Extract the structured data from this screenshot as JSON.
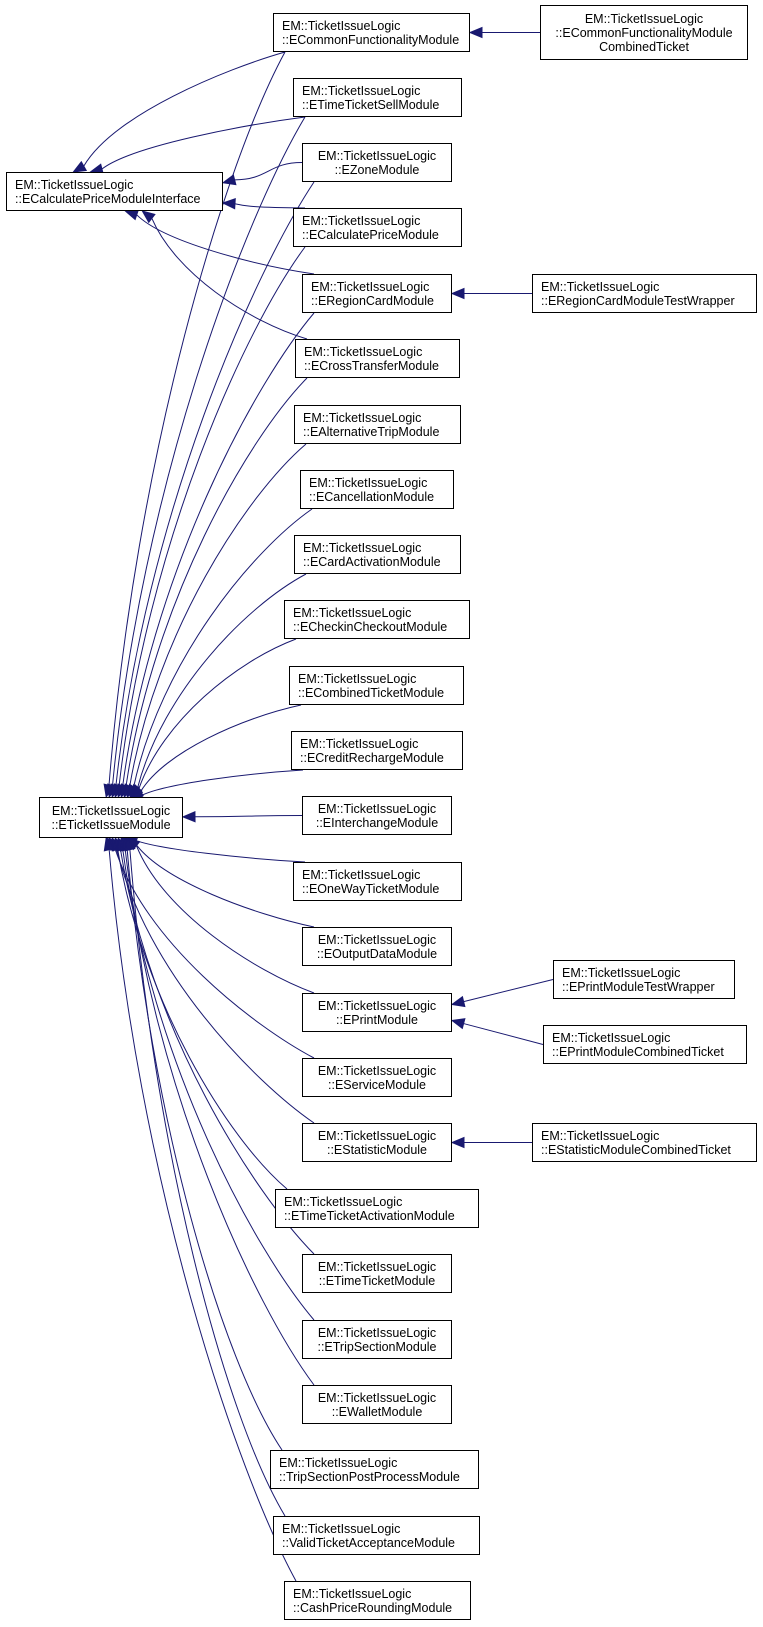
{
  "diagram": {
    "type": "class-inheritance-graph",
    "edge_color": "#191970",
    "nodes": [
      {
        "id": "iface",
        "lines": [
          "EM::TicketIssueLogic",
          "::ECalculatePriceModuleInterface"
        ]
      },
      {
        "id": "tim",
        "lines": [
          "EM::TicketIssueLogic",
          "::ETicketIssueModule"
        ]
      },
      {
        "id": "common",
        "lines": [
          "EM::TicketIssueLogic",
          "::ECommonFunctionalityModule"
        ]
      },
      {
        "id": "timesell",
        "lines": [
          "EM::TicketIssueLogic",
          "::ETimeTicketSellModule"
        ]
      },
      {
        "id": "zone",
        "lines": [
          "EM::TicketIssueLogic",
          "::EZoneModule"
        ]
      },
      {
        "id": "calcprice",
        "lines": [
          "EM::TicketIssueLogic",
          "::ECalculatePriceModule"
        ]
      },
      {
        "id": "region",
        "lines": [
          "EM::TicketIssueLogic",
          "::ERegionCardModule"
        ]
      },
      {
        "id": "cross",
        "lines": [
          "EM::TicketIssueLogic",
          "::ECrossTransferModule"
        ]
      },
      {
        "id": "alttrip",
        "lines": [
          "EM::TicketIssueLogic",
          "::EAlternativeTripModule"
        ]
      },
      {
        "id": "cancel",
        "lines": [
          "EM::TicketIssueLogic",
          "::ECancellationModule"
        ]
      },
      {
        "id": "cardact",
        "lines": [
          "EM::TicketIssueLogic",
          "::ECardActivationModule"
        ]
      },
      {
        "id": "checkin",
        "lines": [
          "EM::TicketIssueLogic",
          "::ECheckinCheckoutModule"
        ]
      },
      {
        "id": "combined",
        "lines": [
          "EM::TicketIssueLogic",
          "::ECombinedTicketModule"
        ]
      },
      {
        "id": "credit",
        "lines": [
          "EM::TicketIssueLogic",
          "::ECreditRechargeModule"
        ]
      },
      {
        "id": "interchange",
        "lines": [
          "EM::TicketIssueLogic",
          "::EInterchangeModule"
        ]
      },
      {
        "id": "oneway",
        "lines": [
          "EM::TicketIssueLogic",
          "::EOneWayTicketModule"
        ]
      },
      {
        "id": "output",
        "lines": [
          "EM::TicketIssueLogic",
          "::EOutputDataModule"
        ]
      },
      {
        "id": "print",
        "lines": [
          "EM::TicketIssueLogic",
          "::EPrintModule"
        ]
      },
      {
        "id": "service",
        "lines": [
          "EM::TicketIssueLogic",
          "::EServiceModule"
        ]
      },
      {
        "id": "statistic",
        "lines": [
          "EM::TicketIssueLogic",
          "::EStatisticModule"
        ]
      },
      {
        "id": "timeact",
        "lines": [
          "EM::TicketIssueLogic",
          "::ETimeTicketActivationModule"
        ]
      },
      {
        "id": "timeticket",
        "lines": [
          "EM::TicketIssueLogic",
          "::ETimeTicketModule"
        ]
      },
      {
        "id": "tripsection",
        "lines": [
          "EM::TicketIssueLogic",
          "::ETripSectionModule"
        ]
      },
      {
        "id": "wallet",
        "lines": [
          "EM::TicketIssueLogic",
          "::EWalletModule"
        ]
      },
      {
        "id": "postproc",
        "lines": [
          "EM::TicketIssueLogic",
          "::TripSectionPostProcessModule"
        ]
      },
      {
        "id": "validacc",
        "lines": [
          "EM::TicketIssueLogic",
          "::ValidTicketAcceptanceModule"
        ]
      },
      {
        "id": "cashround",
        "lines": [
          "EM::TicketIssueLogic",
          "::CashPriceRoundingModule"
        ]
      },
      {
        "id": "commoncomb",
        "lines": [
          "EM::TicketIssueLogic",
          "::ECommonFunctionalityModule",
          "CombinedTicket"
        ]
      },
      {
        "id": "regionwrap",
        "lines": [
          "EM::TicketIssueLogic",
          "::ERegionCardModuleTestWrapper"
        ]
      },
      {
        "id": "printwrap",
        "lines": [
          "EM::TicketIssueLogic",
          "::EPrintModuleTestWrapper"
        ]
      },
      {
        "id": "printcomb",
        "lines": [
          "EM::TicketIssueLogic",
          "::EPrintModuleCombinedTicket"
        ]
      },
      {
        "id": "statcomb",
        "lines": [
          "EM::TicketIssueLogic",
          "::EStatisticModuleCombinedTicket"
        ]
      }
    ],
    "edges": [
      {
        "from": "common",
        "to": "iface"
      },
      {
        "from": "timesell",
        "to": "iface"
      },
      {
        "from": "zone",
        "to": "iface"
      },
      {
        "from": "calcprice",
        "to": "iface"
      },
      {
        "from": "region",
        "to": "iface"
      },
      {
        "from": "cross",
        "to": "iface"
      },
      {
        "from": "common",
        "to": "tim"
      },
      {
        "from": "timesell",
        "to": "tim"
      },
      {
        "from": "zone",
        "to": "tim"
      },
      {
        "from": "calcprice",
        "to": "tim"
      },
      {
        "from": "region",
        "to": "tim"
      },
      {
        "from": "cross",
        "to": "tim"
      },
      {
        "from": "alttrip",
        "to": "tim"
      },
      {
        "from": "cancel",
        "to": "tim"
      },
      {
        "from": "cardact",
        "to": "tim"
      },
      {
        "from": "checkin",
        "to": "tim"
      },
      {
        "from": "combined",
        "to": "tim"
      },
      {
        "from": "credit",
        "to": "tim"
      },
      {
        "from": "interchange",
        "to": "tim"
      },
      {
        "from": "oneway",
        "to": "tim"
      },
      {
        "from": "output",
        "to": "tim"
      },
      {
        "from": "print",
        "to": "tim"
      },
      {
        "from": "service",
        "to": "tim"
      },
      {
        "from": "statistic",
        "to": "tim"
      },
      {
        "from": "timeact",
        "to": "tim"
      },
      {
        "from": "timeticket",
        "to": "tim"
      },
      {
        "from": "tripsection",
        "to": "tim"
      },
      {
        "from": "wallet",
        "to": "tim"
      },
      {
        "from": "postproc",
        "to": "tim"
      },
      {
        "from": "validacc",
        "to": "tim"
      },
      {
        "from": "cashround",
        "to": "tim"
      },
      {
        "from": "commoncomb",
        "to": "common"
      },
      {
        "from": "regionwrap",
        "to": "region"
      },
      {
        "from": "printwrap",
        "to": "print"
      },
      {
        "from": "printcomb",
        "to": "print"
      },
      {
        "from": "statcomb",
        "to": "statistic"
      }
    ]
  }
}
